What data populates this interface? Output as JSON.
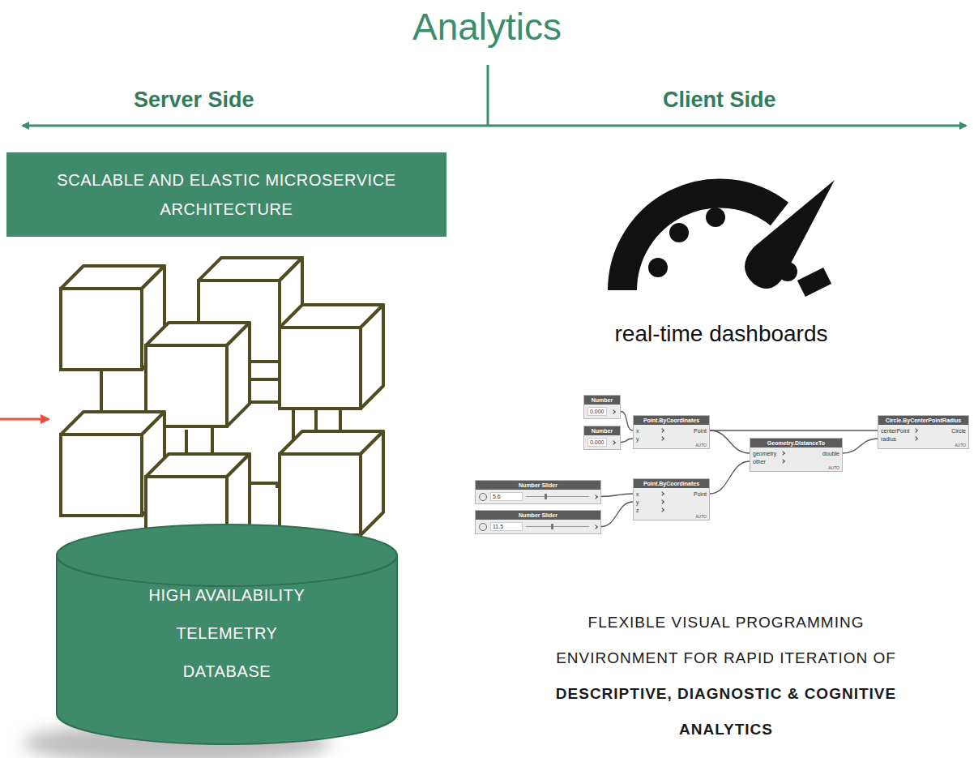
{
  "diagram": {
    "title": "Analytics",
    "nodes": [
      {
        "text": [
          "SCALABLE AND ELASTIC MICROSERVICE ARCHITECTURE"
        ]
      },
      {
        "text": [
          "HIGH AVAILABILITY TELEMETRY DATABASE"
        ]
      },
      {
        "text": [
          "Number",
          "0.000"
        ]
      },
      {
        "text": [
          "Point.ByCoordinates",
          "x",
          "y",
          "Point",
          "AUTO"
        ]
      },
      {
        "text": [
          "Circle.ByCenterPointRadius",
          "centerPoint",
          "radius",
          "Circle",
          "AUTO"
        ]
      },
      {
        "text": [
          "Number",
          "0.000"
        ]
      },
      {
        "text": [
          "Geometry.DistanceTo",
          "geometry",
          "other",
          "double",
          "AUTO"
        ]
      },
      {
        "text": [
          "Number Slider",
          "5.6"
        ]
      },
      {
        "text": [
          "Point.ByCoordinates",
          "x",
          "y",
          "z",
          "Point",
          "AUTO"
        ]
      },
      {
        "text": [
          "Number Slider",
          "11.5"
        ]
      }
    ],
    "edges": [
      {
        "from": 2,
        "to": 3,
        "arrow": "none"
      },
      {
        "from": 5,
        "to": 3,
        "arrow": "none"
      },
      {
        "from": 3,
        "to": 4,
        "arrow": "none"
      },
      {
        "from": 3,
        "to": 6,
        "arrow": "none"
      },
      {
        "from": 7,
        "to": 8,
        "arrow": "none"
      },
      {
        "from": 9,
        "to": 8,
        "arrow": "none"
      },
      {
        "from": 8,
        "to": 6,
        "arrow": "none"
      },
      {
        "from": 6,
        "to": 4,
        "arrow": "none"
      }
    ],
    "labels": [
      "Server Side",
      "Client Side",
      "real-time dashboards",
      "FLEXIBLE VISUAL PROGRAMMING ENVIRONMENT FOR RAPID ITERATION OF",
      "DESCRIPTIVE, DIAGNOSTIC & COGNITIVE ANALYTICS"
    ]
  }
}
